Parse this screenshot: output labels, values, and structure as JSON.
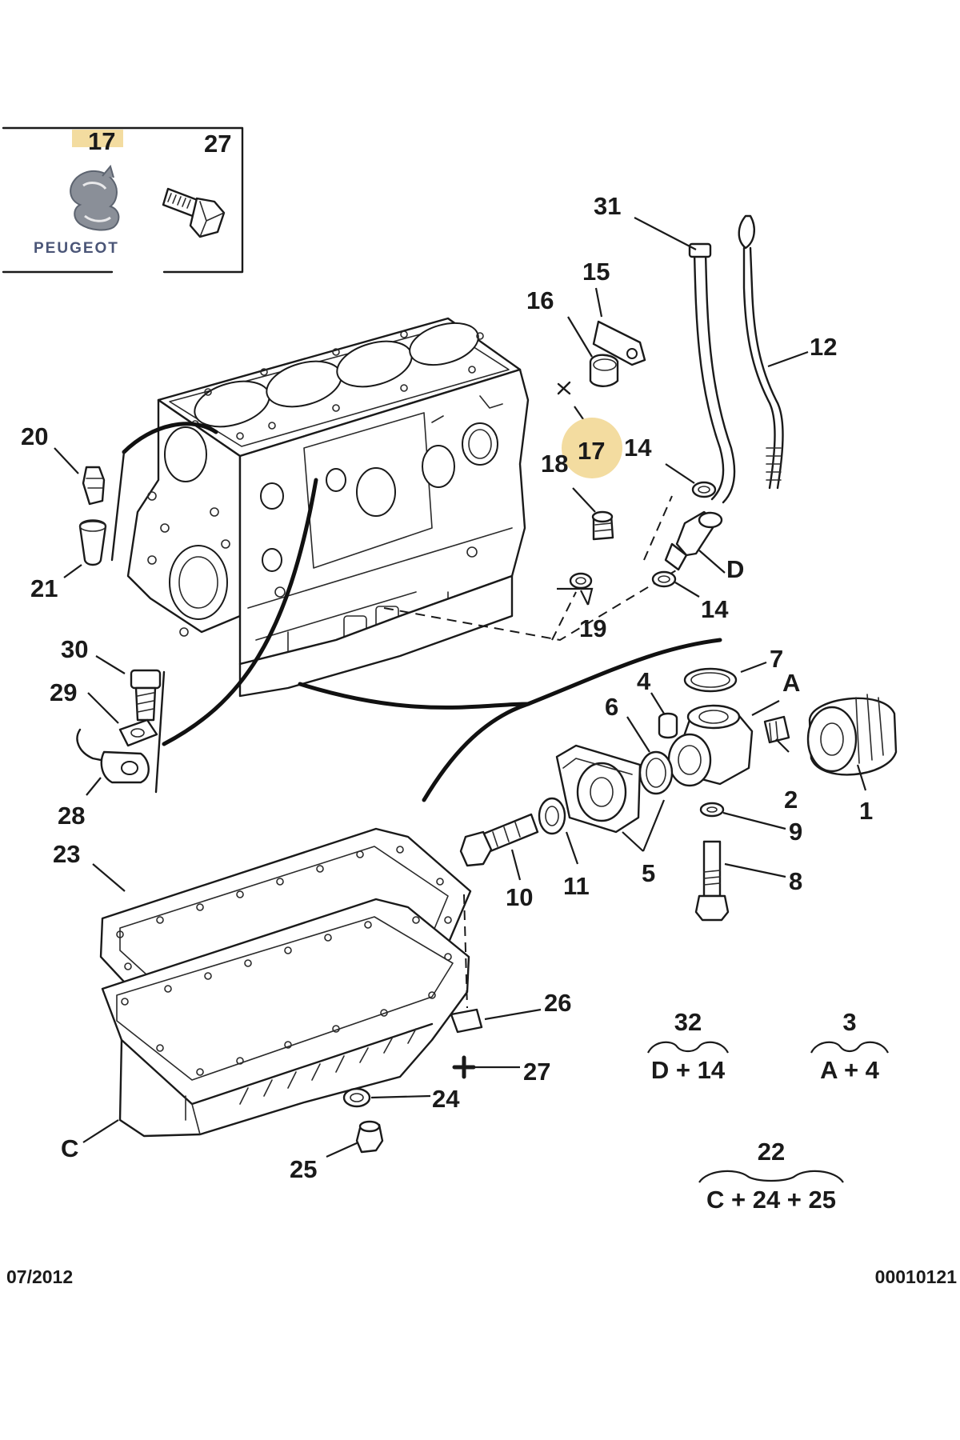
{
  "inset": {
    "highlight_label": "17",
    "part_label": "27",
    "brand": "PEUGEOT"
  },
  "callouts": {
    "c1": "1",
    "c2": "2",
    "c4": "4",
    "c5": "5",
    "c6": "6",
    "c7": "7",
    "c8": "8",
    "c9": "9",
    "c10": "10",
    "c11": "11",
    "c12": "12",
    "c14a": "14",
    "c14b": "14",
    "c15": "15",
    "c16": "16",
    "c17": "17",
    "c18": "18",
    "c19": "19",
    "c20": "20",
    "c21": "21",
    "c23": "23",
    "c24": "24",
    "c25": "25",
    "c26": "26",
    "c27": "27",
    "c28": "28",
    "c29": "29",
    "c30": "30",
    "c31": "31",
    "cA": "A",
    "cC": "C",
    "cD": "D"
  },
  "kits": [
    {
      "number": "32",
      "contents": "D + 14"
    },
    {
      "number": "3",
      "contents": "A + 4"
    },
    {
      "number": "22",
      "contents": "C + 24 + 25"
    }
  ],
  "footer": {
    "date": "07/2012",
    "reference": "00010121"
  },
  "colors": {
    "highlight": "#f3dca0",
    "ink": "#1a1a1a"
  }
}
